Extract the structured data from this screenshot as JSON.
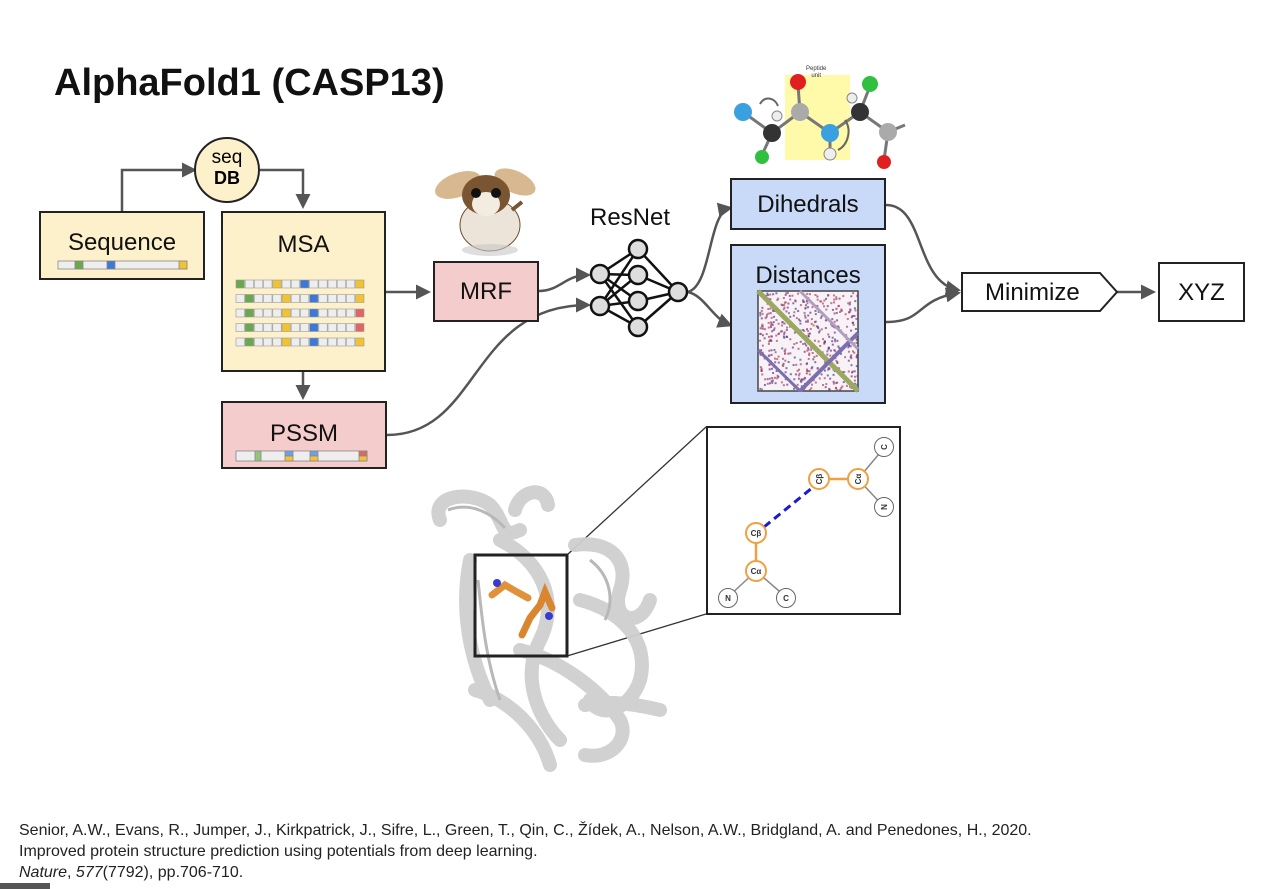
{
  "title": "AlphaFold1 (CASP13)",
  "nodes": {
    "seq_db": {
      "line1": "seq",
      "line2": "DB"
    },
    "sequence": "Sequence",
    "msa": "MSA",
    "pssm": "PSSM",
    "mrf": "MRF",
    "resnet": "ResNet",
    "dihedrals": "Dihedrals",
    "distances": "Distances",
    "minimize": "Minimize",
    "xyz": "XYZ"
  },
  "peptide_label": {
    "line1": "Peptide",
    "line2": "unit"
  },
  "atoms": {
    "cb1": "Cβ",
    "ca1": "Cα",
    "c1": "C",
    "n1": "N",
    "cb2": "Cβ",
    "ca2": "Cα",
    "c2": "C",
    "n2": "N"
  },
  "colors": {
    "yellow_box": "#fdf1cc",
    "pink_box": "#f4cccc",
    "blue_box": "#c9daf8",
    "atom_orange": "#f0a040",
    "contact_line": "#1a1ad0",
    "arrow": "#555555"
  },
  "citation": {
    "line1": "Senior, A.W., Evans, R., Jumper, J., Kirkpatrick, J., Sifre, L., Green, T., Qin, C., Žídek, A., Nelson, A.W., Bridgland, A. and Penedones, H., 2020.",
    "line2": "Improved protein structure prediction using potentials from deep learning.",
    "line3_journal": "Nature",
    "line3_rest_a": ", ",
    "line3_volume": "577",
    "line3_rest_b": "(7792), pp.706-710."
  }
}
